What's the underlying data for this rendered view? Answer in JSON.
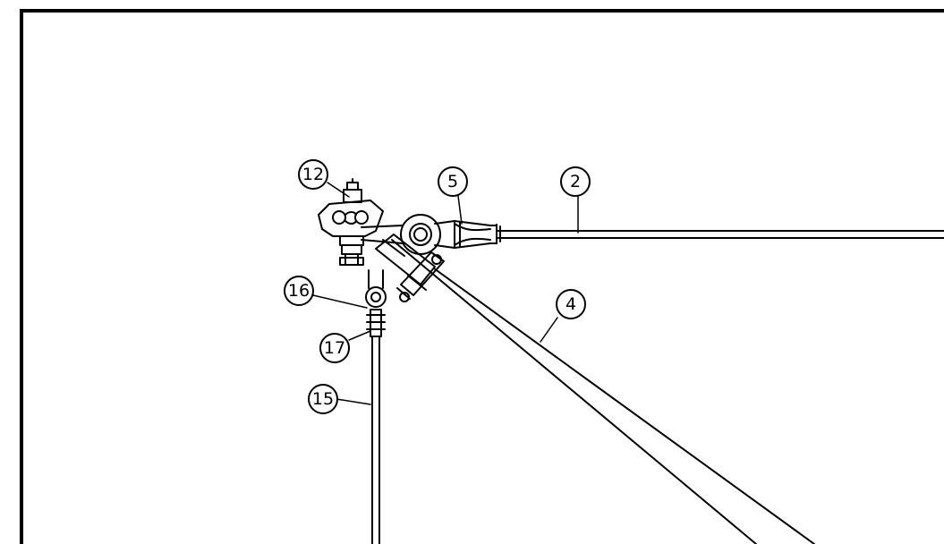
{
  "drawing": {
    "line_color": "#000000",
    "background": "#ffffff",
    "callouts": [
      {
        "id": "c12",
        "label": "12",
        "part": "insulator-clamp"
      },
      {
        "id": "c5",
        "label": "5",
        "part": "tension-fitting"
      },
      {
        "id": "c2",
        "label": "2",
        "part": "messenger-wire"
      },
      {
        "id": "c16",
        "label": "16",
        "part": "eye-nut"
      },
      {
        "id": "c4",
        "label": "4",
        "part": "brace-tube"
      },
      {
        "id": "c17",
        "label": "17",
        "part": "wire-clamp"
      },
      {
        "id": "c15",
        "label": "15",
        "part": "dropper-rod"
      }
    ]
  }
}
